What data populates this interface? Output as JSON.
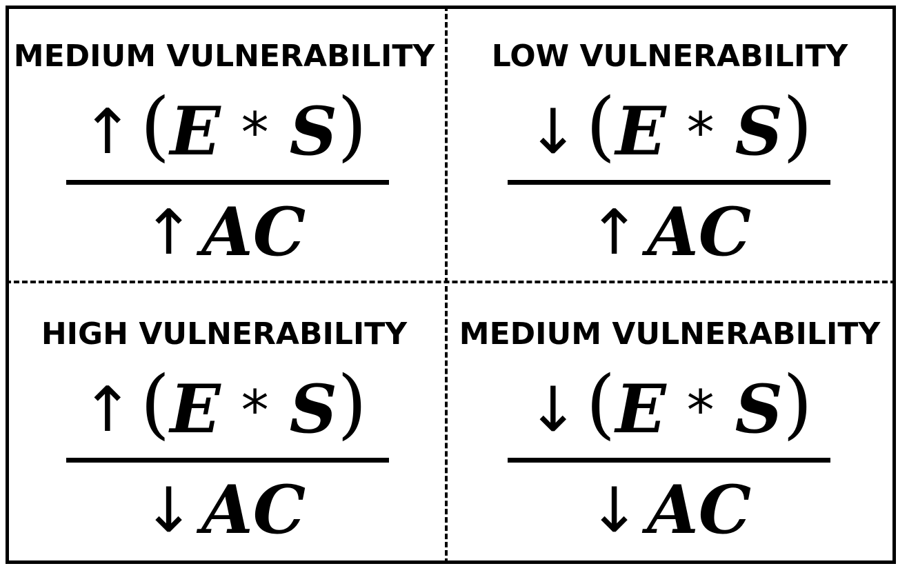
{
  "quadrants": {
    "top_left": {
      "label": "MEDIUM VULNERABILITY",
      "numerator": {
        "arrow": "↑",
        "open": "(",
        "var1": "E",
        "op": "*",
        "var2": "S",
        "close": ")"
      },
      "denominator": {
        "arrow": "↑",
        "var": "AC"
      }
    },
    "top_right": {
      "label": "LOW VULNERABILITY",
      "numerator": {
        "arrow": "↓",
        "open": "(",
        "var1": "E",
        "op": "*",
        "var2": "S",
        "close": ")"
      },
      "denominator": {
        "arrow": "↑",
        "var": "AC"
      }
    },
    "bottom_left": {
      "label": "HIGH VULNERABILITY",
      "numerator": {
        "arrow": "↑",
        "open": "(",
        "var1": "E",
        "op": "*",
        "var2": "S",
        "close": ")"
      },
      "denominator": {
        "arrow": "↓",
        "var": "AC"
      }
    },
    "bottom_right": {
      "label": "MEDIUM VULNERABILITY",
      "numerator": {
        "arrow": "↓",
        "open": "(",
        "var1": "E",
        "op": "*",
        "var2": "S",
        "close": ")"
      },
      "denominator": {
        "arrow": "↓",
        "var": "AC"
      }
    }
  }
}
